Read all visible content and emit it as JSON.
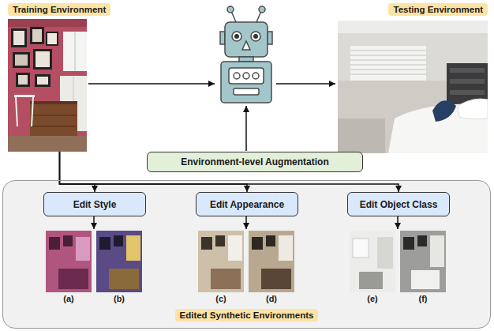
{
  "diagram": {
    "nodes": [
      {
        "text": [
          "Training Environment"
        ]
      },
      {
        "text": [
          "Testing Environment"
        ]
      },
      {
        "text": [
          "Environment-level Augmentation"
        ]
      },
      {
        "text": [
          "Edited Synthetic Environments"
        ]
      },
      {
        "text": [
          "Edit Style"
        ],
        "in": 3
      },
      {
        "text": [
          "Edit Appearance"
        ],
        "in": 3
      },
      {
        "text": [
          "Edit Object Class"
        ],
        "in": 3
      }
    ],
    "edges": [
      {
        "from": 0,
        "to": 4,
        "arrow": "to"
      },
      {
        "from": 0,
        "to": 5,
        "arrow": "to"
      },
      {
        "from": 0,
        "to": 6,
        "arrow": "to"
      }
    ],
    "labels": [
      "(a)",
      "(b)",
      "(c)",
      "(d)",
      "(e)",
      "(f)"
    ]
  }
}
